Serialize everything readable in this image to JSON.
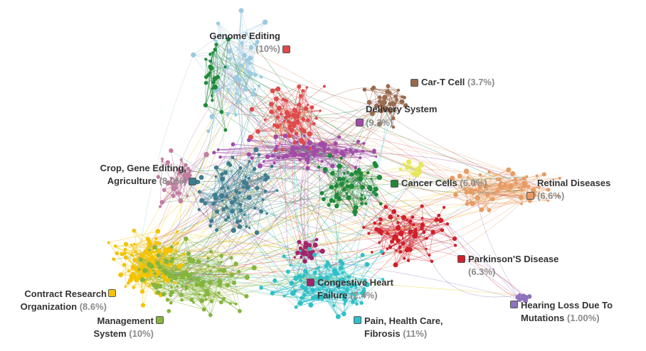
{
  "colors": {
    "genome_editing": "#e04a4a",
    "car_t_cell": "#9a6a4f",
    "delivery_system": "#a24aa8",
    "crop_gene_editing_agriculture": "#3e7d8f",
    "cancer_cells": "#1f8a3a",
    "retinal_diseases": "#e79c64",
    "parkinsons_disease": "#d01f2a",
    "congestive_heart_failure": "#a3246b",
    "contract_research_organization": "#f3c300",
    "management_system": "#86b53d",
    "pain_health_care_fibrosis": "#2ec0c8",
    "hearing_loss": "#8e73bf",
    "mauve_cluster": "#c07ea0",
    "light_blue_cluster": "#9ccbe0",
    "yellow_green_cluster": "#e6e65a"
  },
  "clusters": [
    {
      "id": "genome_editing",
      "name": "Genome Editing",
      "pct": "(10%)",
      "icon": "red-square-marker"
    },
    {
      "id": "car_t_cell",
      "name": "Car-T Cell",
      "pct": "(3.7%)",
      "icon": "brown-square-marker"
    },
    {
      "id": "delivery_system",
      "name": "Delivery System",
      "pct": "(9.3%)",
      "icon": "purple-square-marker"
    },
    {
      "id": "crop",
      "name_line1": "Crop, Gene Editing,",
      "name_line2": "Agriculture",
      "pct": "(8.0%)",
      "icon": "teal-square-marker"
    },
    {
      "id": "cancer_cells",
      "name": "Cancer Cells",
      "pct": "(6.0%)",
      "icon": "green-square-marker"
    },
    {
      "id": "retinal_diseases",
      "name": "Retinal Diseases",
      "pct": "(6.6%)",
      "icon": "orange-square-marker"
    },
    {
      "id": "parkinsons",
      "name": "Parkinson'S Disease",
      "pct": "(6.3%)",
      "icon": "crimson-square-marker"
    },
    {
      "id": "congestive",
      "name_line1": "Congestive Heart",
      "name_line2": "Failure",
      "pct": "(2.4%)",
      "icon": "magenta-square-marker"
    },
    {
      "id": "cro",
      "name_line1": "Contract Research",
      "name_line2": "Organization",
      "pct": "(8.6%)",
      "icon": "yellow-square-marker"
    },
    {
      "id": "management",
      "name_line1": "Management",
      "name_line2": "System",
      "pct": "(10%)",
      "icon": "lime-square-marker"
    },
    {
      "id": "pain",
      "name_line1": "Pain, Health Care,",
      "name_line2": "Fibrosis",
      "pct": "(11%)",
      "icon": "cyan-square-marker"
    },
    {
      "id": "hearing",
      "name_line1": "Hearing Loss Due To",
      "name_line2": "Mutations",
      "pct": "(1.00%)",
      "icon": "lavender-square-marker"
    }
  ]
}
